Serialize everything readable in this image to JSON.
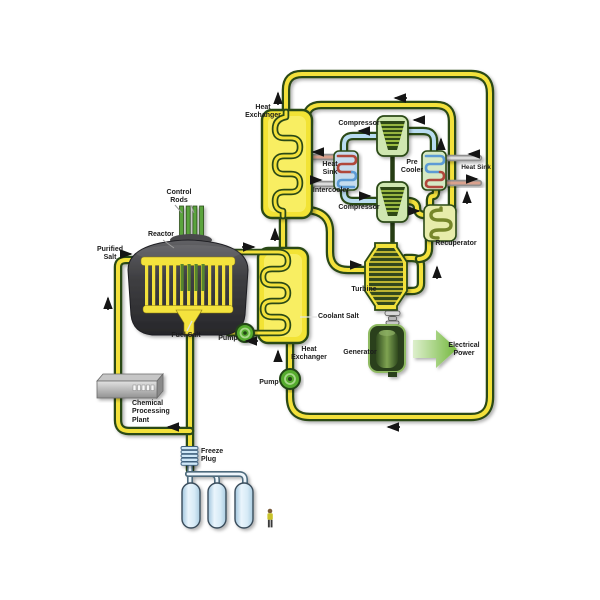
{
  "labels": {
    "control_rods": "Control Rods",
    "reactor": "Reactor",
    "purified_salt": "Purified Salt",
    "fuel_salt": "Fuel Salt",
    "pump_fuel": "Pump",
    "pump_coolant": "Pump",
    "heat_exchanger_secondary": "Heat Exchanger",
    "heat_exchanger_primary": "Heat Exchanger",
    "coolant_salt": "Coolant Salt",
    "chemical_processing_plant": "Chemical Processing Plant",
    "freeze_plug": "Freeze Plug",
    "compressor_top": "Compressor",
    "compressor_bottom": "Compressor",
    "heat_sink_left": "Heat Sink",
    "heat_sink_right": "Heat Sink",
    "intercooler": "Intercooler",
    "pre_cooler": "Pre Cooler",
    "recuperator": "Recuperator",
    "turbine": "Turbine",
    "generator": "Generator",
    "electrical_power": "Electrical Power"
  },
  "colors": {
    "pipe_yellow": "#f3e13b",
    "pipe_outline_green": "#2c4a18",
    "pipe_blue": "#b9dcf0",
    "hx_yellow": "#f2e334",
    "component_green": "#cfe6b0",
    "intercooler_blue": "#c6dcee",
    "precooler_green": "#d6e9c4",
    "recuperator_olive": "#e7ecab",
    "coil_red": "#b0473a",
    "coil_blue": "#5b9bd5",
    "reactor_gray": "#3f3f42",
    "tank_blue": "#d6eaf6",
    "power_arrow_green": "#74b83e",
    "heat_sink_gray": "#8f8f8f"
  }
}
